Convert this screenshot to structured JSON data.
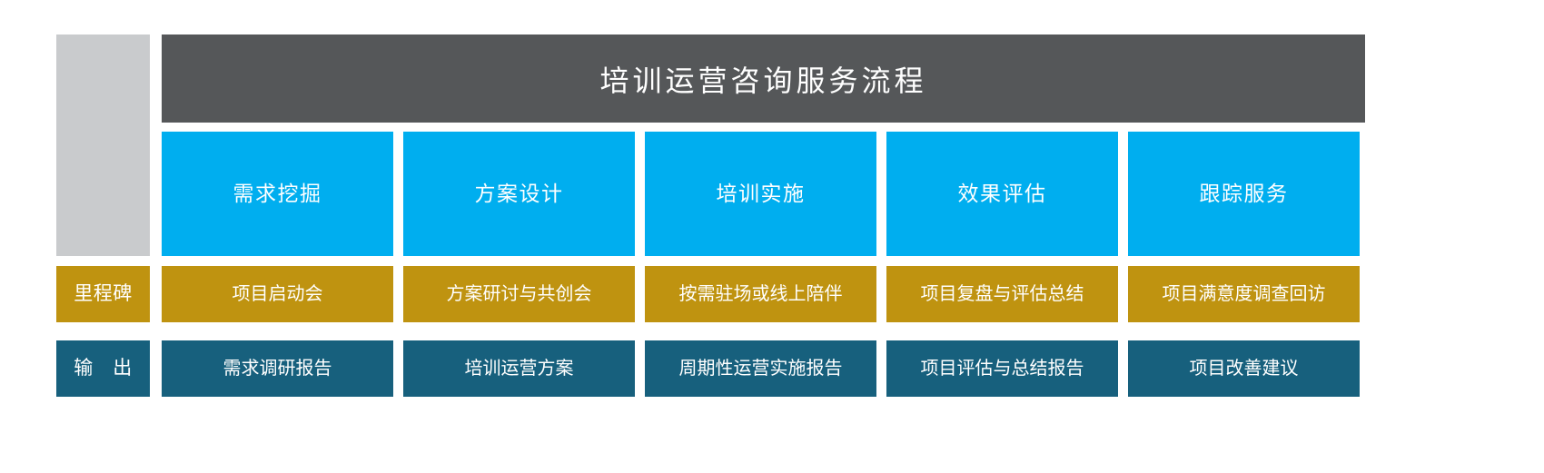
{
  "header": {
    "title": "培训运营咨询服务流程"
  },
  "row_labels": {
    "milestone": "里程碑",
    "output": "输　出"
  },
  "colors": {
    "title_bar": "#555759",
    "spacer": "#c9cbcd",
    "stage": "#00aeef",
    "milestone": "#bf9310",
    "output": "#17607d",
    "text": "#ffffff",
    "background": "#ffffff"
  },
  "columns": [
    {
      "stage": "需求挖掘",
      "milestone": "项目启动会",
      "output": "需求调研报告"
    },
    {
      "stage": "方案设计",
      "milestone": "方案研讨与共创会",
      "output": "培训运营方案"
    },
    {
      "stage": "培训实施",
      "milestone": "按需驻场或线上陪伴",
      "output": "周期性运营实施报告"
    },
    {
      "stage": "效果评估",
      "milestone": "项目复盘与评估总结",
      "output": "项目评估与总结报告"
    },
    {
      "stage": "跟踪服务",
      "milestone": "项目满意度调查回访",
      "output": "项目改善建议"
    }
  ]
}
